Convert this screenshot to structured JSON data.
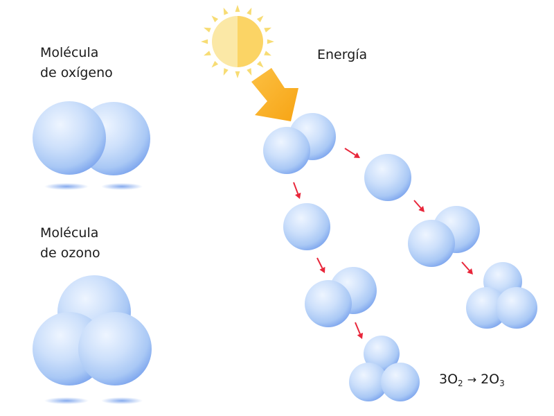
{
  "labels": {
    "oxygen_line1": "Molécula",
    "oxygen_line2": "de oxígeno",
    "ozone_line1": "Molécula",
    "ozone_line2": "de ozono",
    "energy": "Energía"
  },
  "equation": {
    "left_coeff": "3O",
    "left_sub": "2",
    "arrow": "→",
    "right_coeff": "2O",
    "right_sub": "3"
  },
  "colors": {
    "sphere_light": "#e4f0fe",
    "sphere_mid": "#b2d0f7",
    "sphere_dark": "#7ea6ee",
    "sun_light": "#fbe6a0",
    "sun_dark": "#fbd567",
    "ray": "#f7dc74",
    "energy_arrow": "#fbb020",
    "reaction_arrow": "#e8263a",
    "text": "#1a1a1a"
  },
  "icons": [
    "sun-icon",
    "energy-arrow-icon",
    "reaction-arrow-icon"
  ]
}
